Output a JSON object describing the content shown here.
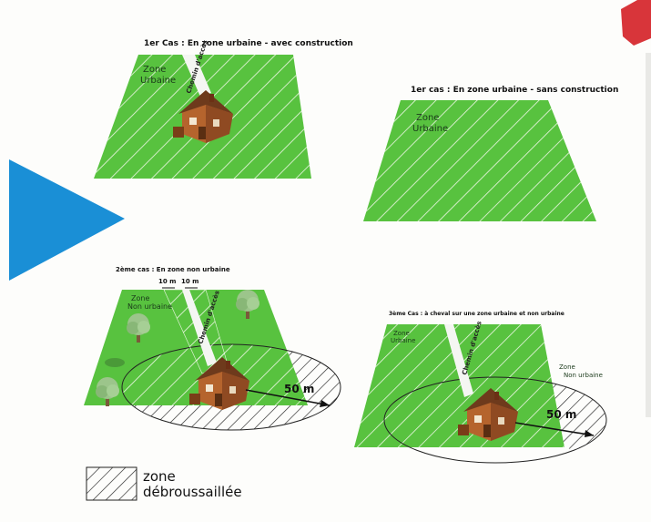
{
  "colors": {
    "grass": "#58c23f",
    "hatch": "#e9f5df",
    "blue_triangle": "#1a8fd6",
    "red_arrow": "#d8353a",
    "house_wall": "#b5642d",
    "house_roof": "#6e3a1c"
  },
  "case1a": {
    "caption": "1er Cas : En zone urbaine - avec construction",
    "zone_label_1": "Zone",
    "zone_label_2": "Urbaine",
    "road_label": "Chemin d'accès"
  },
  "case1b": {
    "caption": "1er cas : En zone urbaine - sans construction",
    "zone_label_1": "Zone",
    "zone_label_2": "Urbaine"
  },
  "case2": {
    "caption": "2ème cas : En zone non urbaine",
    "zone_label_1": "Zone",
    "zone_label_2": "Non urbaine",
    "road_label": "Chemin d'accès",
    "width_left": "10 m",
    "width_right": "10 m",
    "radius": "50 m"
  },
  "case3": {
    "caption": "3ème Cas : à cheval sur une zone urbaine et non urbaine",
    "zone_urban_1": "Zone",
    "zone_urban_2": "Urbaine",
    "zone_rural_1": "Zone",
    "zone_rural_2": "Non urbaine",
    "road_label": "Chemin d'accès",
    "radius": "50 m"
  },
  "legend": {
    "line1": "zone",
    "line2": "débroussaillée"
  },
  "icons": [
    "house-icon",
    "tree-icon",
    "bush-icon",
    "measure-arrow-icon",
    "pointer-triangle-icon"
  ]
}
